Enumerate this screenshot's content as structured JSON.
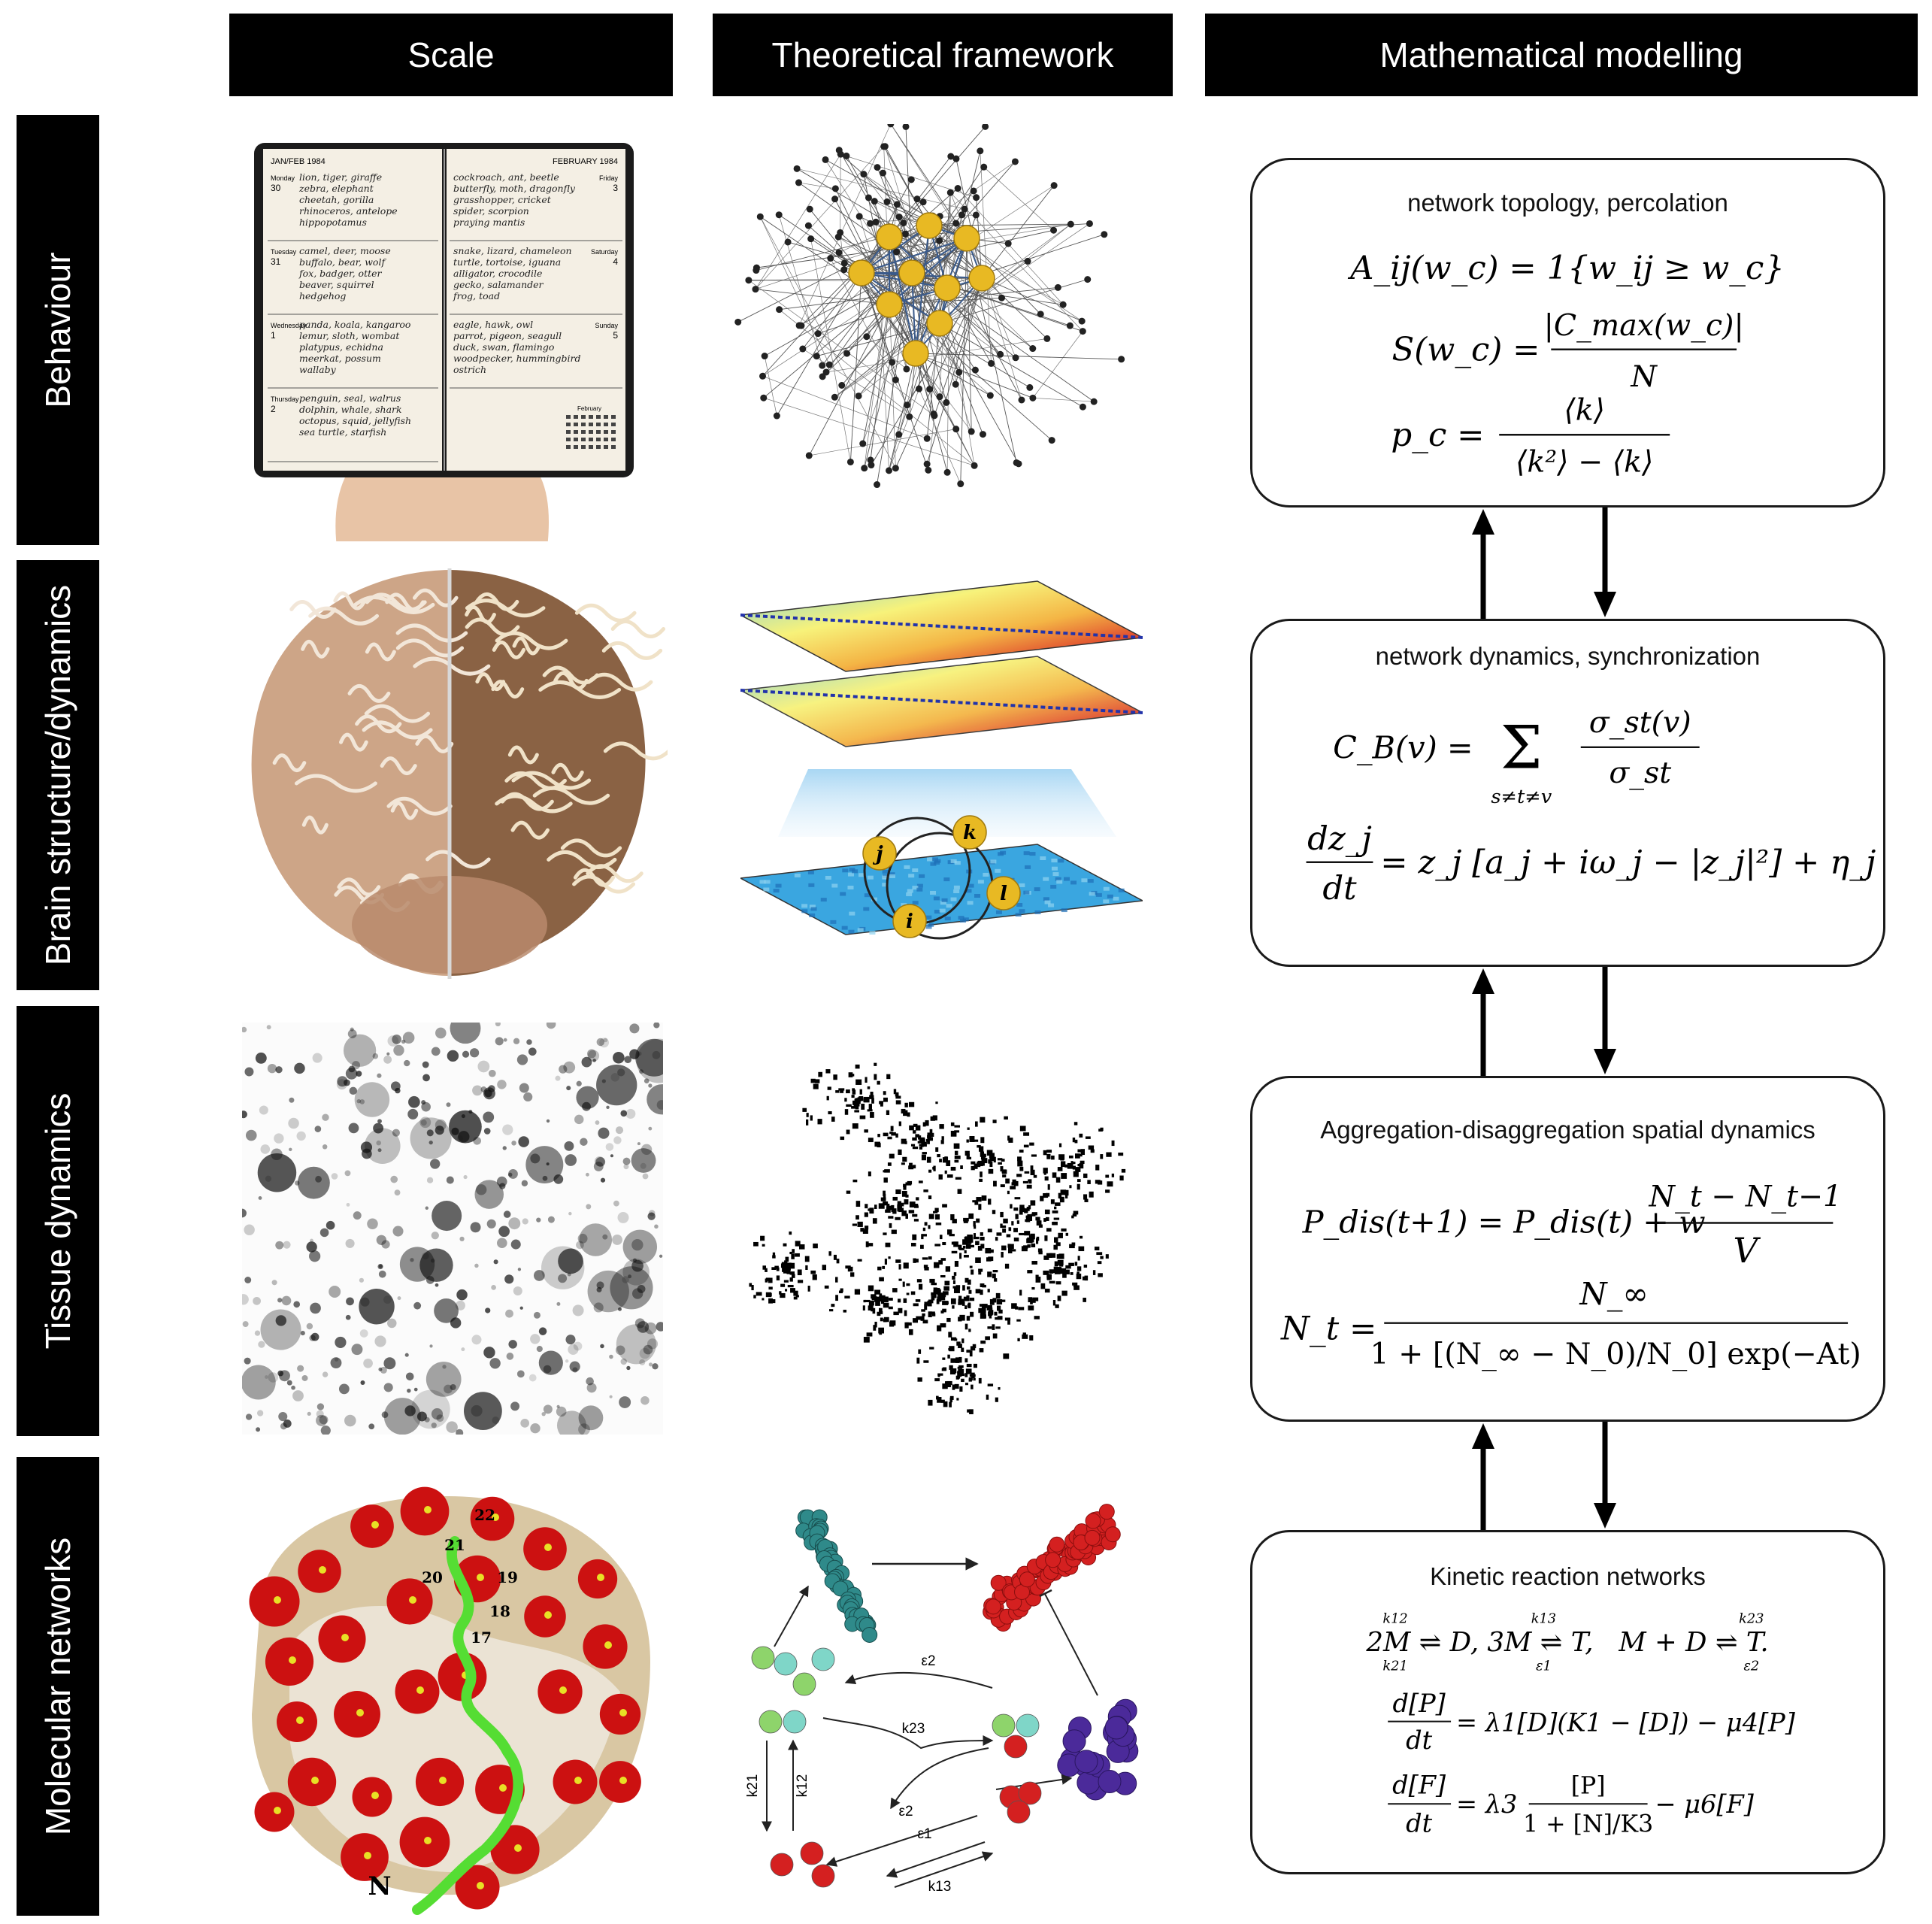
{
  "columns": {
    "scale": "Scale",
    "theory": "Theoretical framework",
    "math": "Mathematical modelling"
  },
  "rows": {
    "behaviour": "Behaviour",
    "brain": "Brain structure/dynamics",
    "tissue": "Tissue dynamics",
    "molecular": "Molecular networks"
  },
  "diary": {
    "left_header": "JAN/FEB 1984",
    "right_header": "FEBRUARY 1984",
    "left_days": [
      {
        "day": "Monday",
        "date": "30",
        "text": [
          "lion, tiger, giraffe",
          "zebra, elephant",
          "cheetah, gorilla",
          "rhinoceros, antelope",
          "hippopotamus"
        ]
      },
      {
        "day": "Tuesday",
        "date": "31",
        "text": [
          "camel, deer, moose",
          "buffalo, bear, wolf",
          "fox, badger, otter",
          "beaver, squirrel",
          "hedgehog"
        ]
      },
      {
        "day": "Wednesday",
        "date": "1",
        "text": [
          "panda, koala, kangaroo",
          "lemur, sloth, wombat",
          "platypus, echidna",
          "meerkat, possum",
          "wallaby"
        ]
      },
      {
        "day": "Thursday",
        "date": "2",
        "text": [
          "penguin, seal, walrus",
          "dolphin, whale, shark",
          "octopus, squid, jellyfish",
          "sea turtle, starfish"
        ]
      }
    ],
    "right_days": [
      {
        "day": "Friday",
        "date": "3",
        "text": [
          "cockroach, ant, beetle",
          "butterfly, moth, dragonfly",
          "grasshopper, cricket",
          "spider, scorpion",
          "praying mantis"
        ]
      },
      {
        "day": "Saturday",
        "date": "4",
        "text": [
          "snake, lizard, chameleon",
          "turtle, tortoise, iguana",
          "alligator, crocodile",
          "gecko, salamander",
          "frog, toad"
        ]
      },
      {
        "day": "Sunday",
        "date": "5",
        "text": [
          "eagle, hawk, owl",
          "parrot, pigeon, seagull",
          "duck, swan, flamingo",
          "woodpecker, hummingbird",
          "ostrich"
        ]
      }
    ],
    "mini_calendar_title": "February"
  },
  "multilayer_nodes": [
    "j",
    "k",
    "i",
    "l"
  ],
  "protein_labels": [
    "22",
    "21",
    "20",
    "19",
    "18",
    "17",
    "N"
  ],
  "reaction_labels": [
    "ε2",
    "k23",
    "k21",
    "k12",
    "ε2",
    "ε1",
    "k13"
  ],
  "boxes": {
    "topology": {
      "title": "network topology, percolation",
      "eq1": "A_ij(w_c) = 1{w_ij ≥ w_c}",
      "eq2_lhs": "S(w_c) =",
      "eq2_num": "|C_max(w_c)|",
      "eq2_den": "N",
      "eq3_lhs": "p_c =",
      "eq3_num": "⟨k⟩",
      "eq3_den": "⟨k²⟩ − ⟨k⟩"
    },
    "dynamics": {
      "title": "network dynamics, synchronization",
      "eq1_lhs": "C_B(v) =",
      "eq1_sum": "Σ",
      "eq1_sub": "s≠t≠v",
      "eq1_num": "σ_st(v)",
      "eq1_den": "σ_st",
      "eq2_num": "dz_j",
      "eq2_den": "dt",
      "eq2_rhs": "= z_j [a_j + iω_j − |z_j|²] + η_j"
    },
    "aggregation": {
      "title": "Aggregation-disaggregation spatial dynamics",
      "eq1_lhs": "P_dis(t+1) = P_dis(t) + w",
      "eq1_num": "N_t − N_t−1",
      "eq1_den": "V",
      "eq2_lhs": "N_t =",
      "eq2_num": "N_∞",
      "eq2_den": "1 + [(N_∞ − N_0)/N_0] exp(−At)"
    },
    "kinetic": {
      "title": "Kinetic reaction networks",
      "eq1": "2M ⇌ D, 3M ⇌ T,   M + D ⇌ T.",
      "eq1_rates": [
        "k12",
        "k21",
        "k13",
        "ε1",
        "k23",
        "ε2"
      ],
      "eq2_num": "d[P]",
      "eq2_den": "dt",
      "eq2_rhs": "= λ1[D](K1 − [D]) − μ4[P]",
      "eq3_num": "d[F]",
      "eq3_den": "dt",
      "eq3_mid": "= λ3",
      "eq3_frac_num": "[P]",
      "eq3_frac_den": "1 + [N]/K3",
      "eq3_rhs": "− μ6[F]"
    }
  },
  "colors": {
    "header_bg": "#000000",
    "header_text": "#ffffff",
    "node_gold": "#e8b923",
    "protein_red": "#cc1111",
    "protein_tan": "#d9c7a3",
    "helix_green": "#55dd33",
    "teal": "#2f8a8a",
    "red_cluster": "#d42020",
    "purple_cluster": "#4b2a9a"
  }
}
